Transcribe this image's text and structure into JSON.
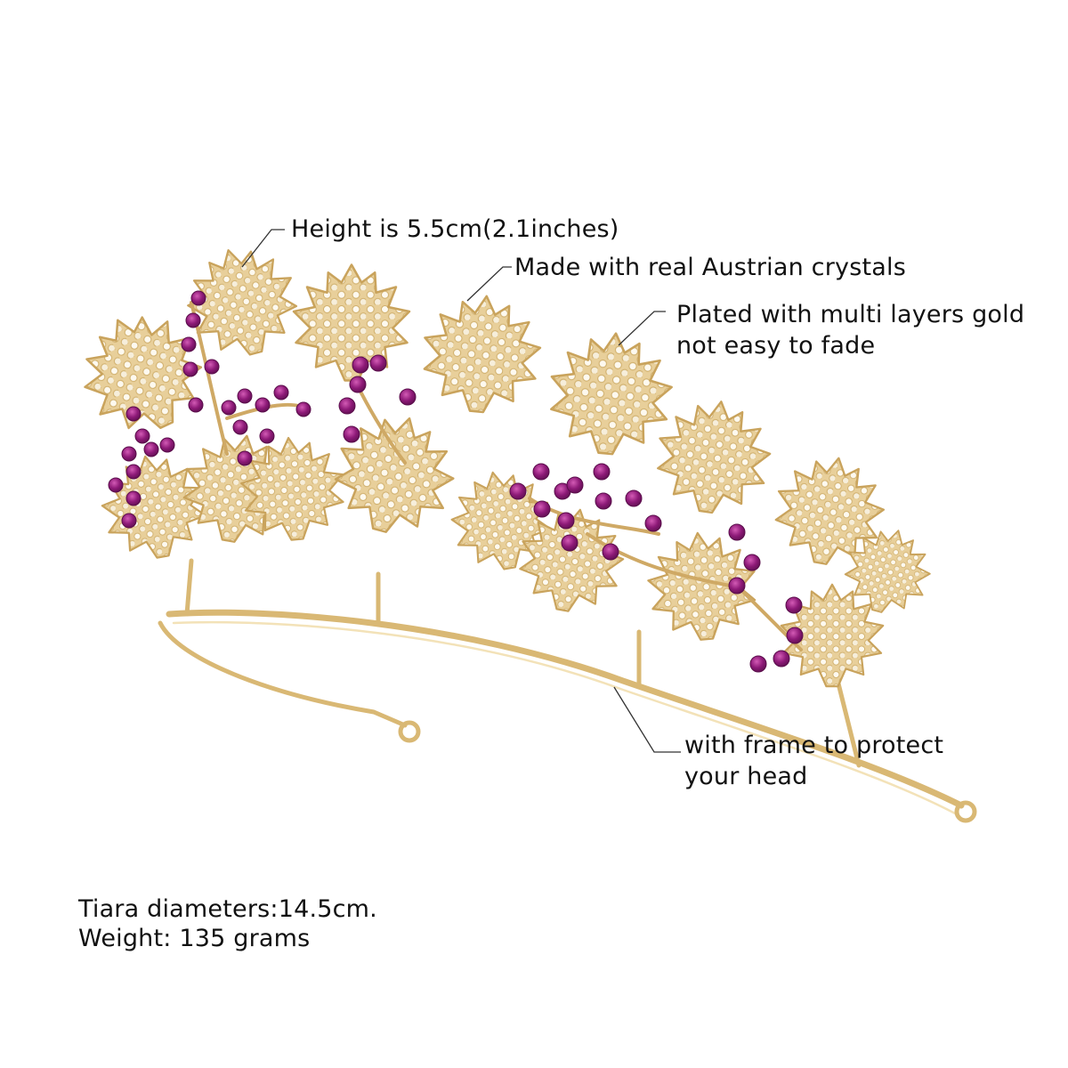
{
  "product": {
    "colors": {
      "gold": "#e6c98f",
      "gold_dark": "#c9a35c",
      "crystal": "#fbf6ea",
      "gem": "#8e1a78",
      "gem_light": "#c0449f"
    }
  },
  "callouts": {
    "height": "Height is 5.5cm(2.1inches)",
    "crystals": "Made with real Austrian crystals",
    "plated_line1": "Plated with multi layers gold",
    "plated_line2": "not easy to fade",
    "frame_line1": "with frame to protect",
    "frame_line2": "your head"
  },
  "specs": {
    "diameter": "Tiara diameters:14.5cm.",
    "weight": "Weight: 135 grams"
  }
}
